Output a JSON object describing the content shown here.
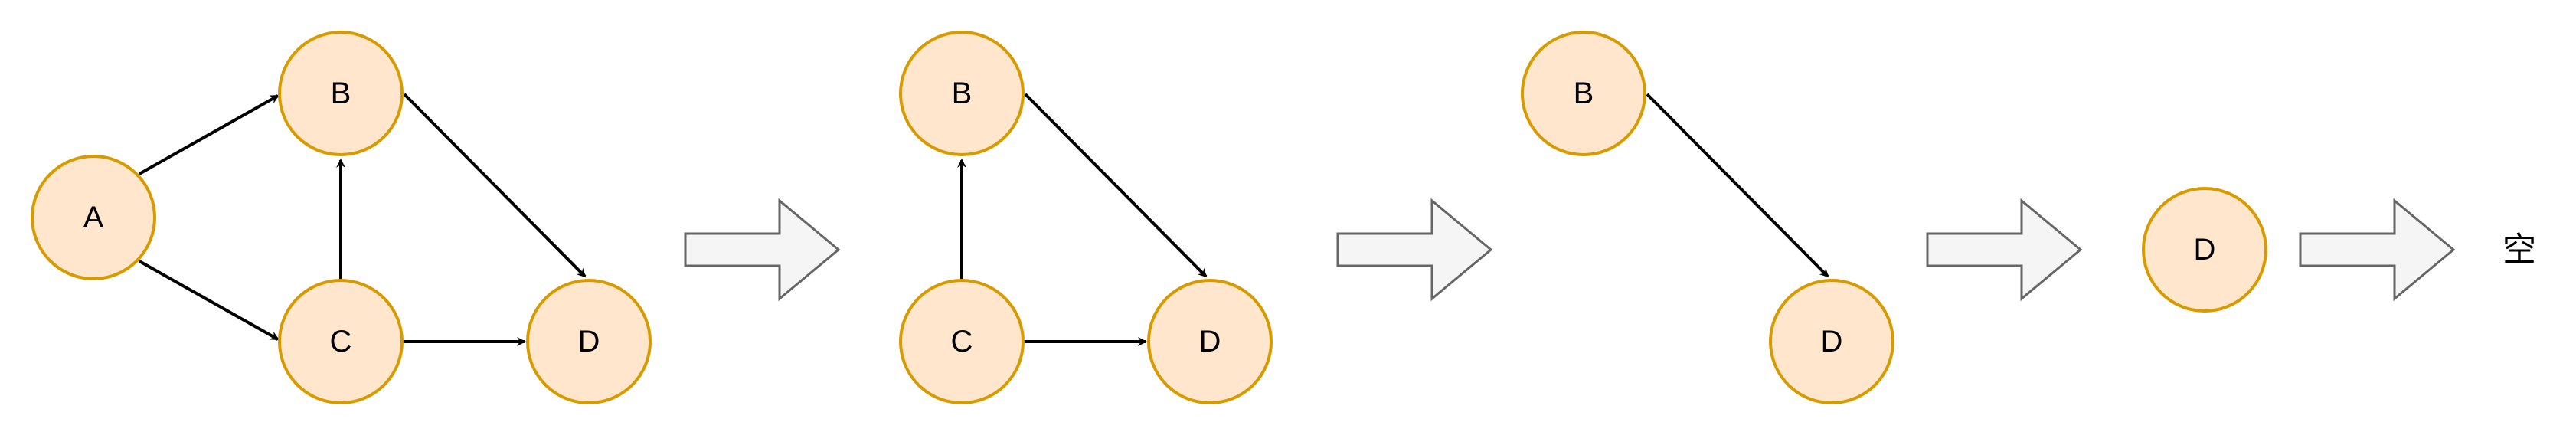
{
  "stages": [
    {
      "nodes": [
        {
          "id": "A",
          "label": "A"
        },
        {
          "id": "B",
          "label": "B"
        },
        {
          "id": "C",
          "label": "C"
        },
        {
          "id": "D",
          "label": "D"
        }
      ],
      "edges": [
        [
          "A",
          "B"
        ],
        [
          "A",
          "C"
        ],
        [
          "C",
          "B"
        ],
        [
          "B",
          "D"
        ],
        [
          "C",
          "D"
        ]
      ]
    },
    {
      "nodes": [
        {
          "id": "B",
          "label": "B"
        },
        {
          "id": "C",
          "label": "C"
        },
        {
          "id": "D",
          "label": "D"
        }
      ],
      "edges": [
        [
          "C",
          "B"
        ],
        [
          "B",
          "D"
        ],
        [
          "C",
          "D"
        ]
      ]
    },
    {
      "nodes": [
        {
          "id": "B",
          "label": "B"
        },
        {
          "id": "D",
          "label": "D"
        }
      ],
      "edges": [
        [
          "B",
          "D"
        ]
      ]
    },
    {
      "nodes": [
        {
          "id": "D",
          "label": "D"
        }
      ],
      "edges": []
    }
  ],
  "end_label": "空",
  "colors": {
    "node_fill": "#ffe6cc",
    "node_stroke": "#d79b00",
    "edge": "#000000",
    "step_arrow_fill": "#f5f5f5",
    "step_arrow_stroke": "#666666"
  }
}
